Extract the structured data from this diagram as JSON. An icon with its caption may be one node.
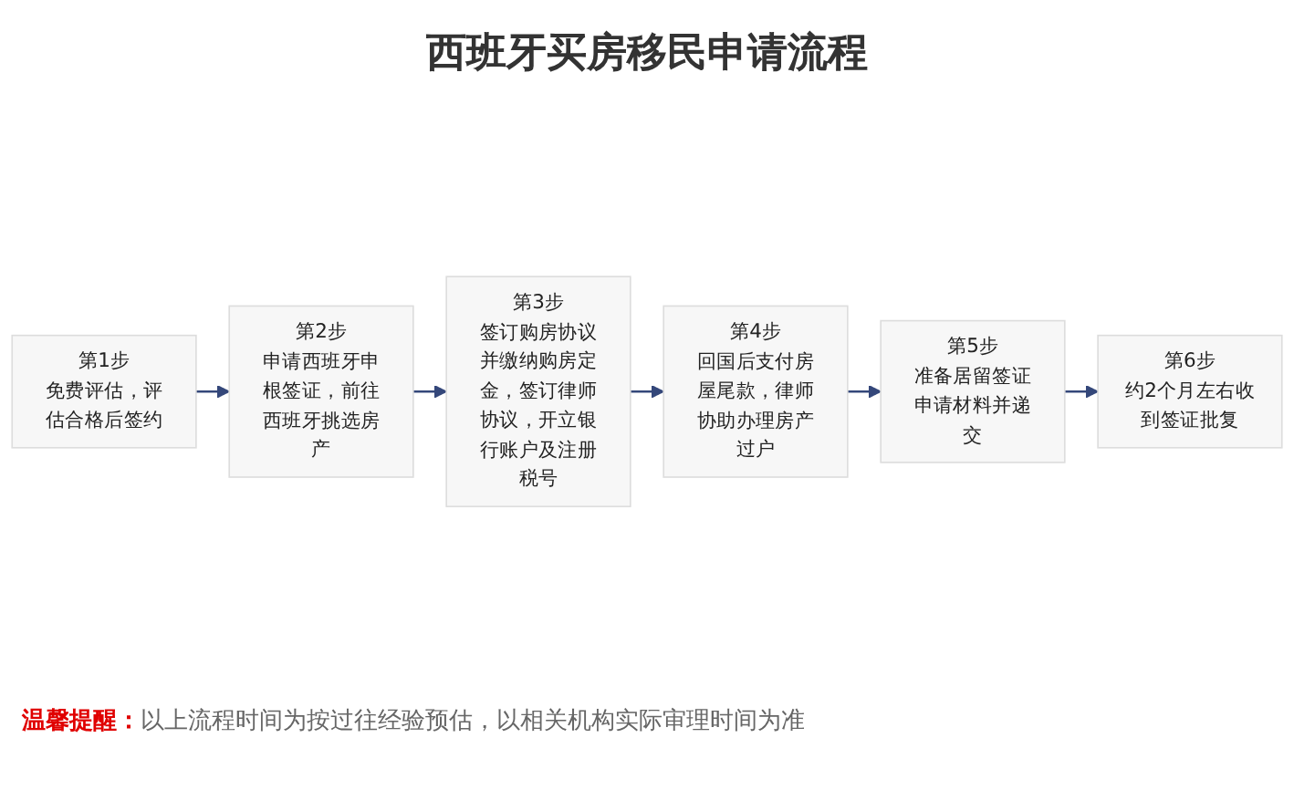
{
  "diagram": {
    "title": "西班牙买房移民申请流程",
    "nodes": [
      {
        "text": [
          "第1步",
          "免费评估，评估合格后签约"
        ]
      },
      {
        "text": [
          "第2步",
          "申请西班牙申根签证，前往西班牙挑选房产"
        ]
      },
      {
        "text": [
          "第3步",
          "签订购房协议并缴纳购房定金，签订律师协议，开立银行账户及注册税号"
        ]
      },
      {
        "text": [
          "第4步",
          "回国后支付房屋尾款，律师协助办理房产过户"
        ]
      },
      {
        "text": [
          "第5步",
          "准备居留签证申请材料并递交"
        ]
      },
      {
        "text": [
          "第6步",
          "约2个月左右收到签证批复"
        ]
      }
    ],
    "edges": [
      {
        "from": 0,
        "to": 1,
        "arrow": "to"
      },
      {
        "from": 1,
        "to": 2,
        "arrow": "to"
      },
      {
        "from": 2,
        "to": 3,
        "arrow": "to"
      },
      {
        "from": 3,
        "to": 4,
        "arrow": "to"
      },
      {
        "from": 4,
        "to": 5,
        "arrow": "to"
      }
    ],
    "labels": [
      "**温馨提醒：**以上流程时间为按过往经验预估，以相关机构实际审理时间为准"
    ]
  }
}
